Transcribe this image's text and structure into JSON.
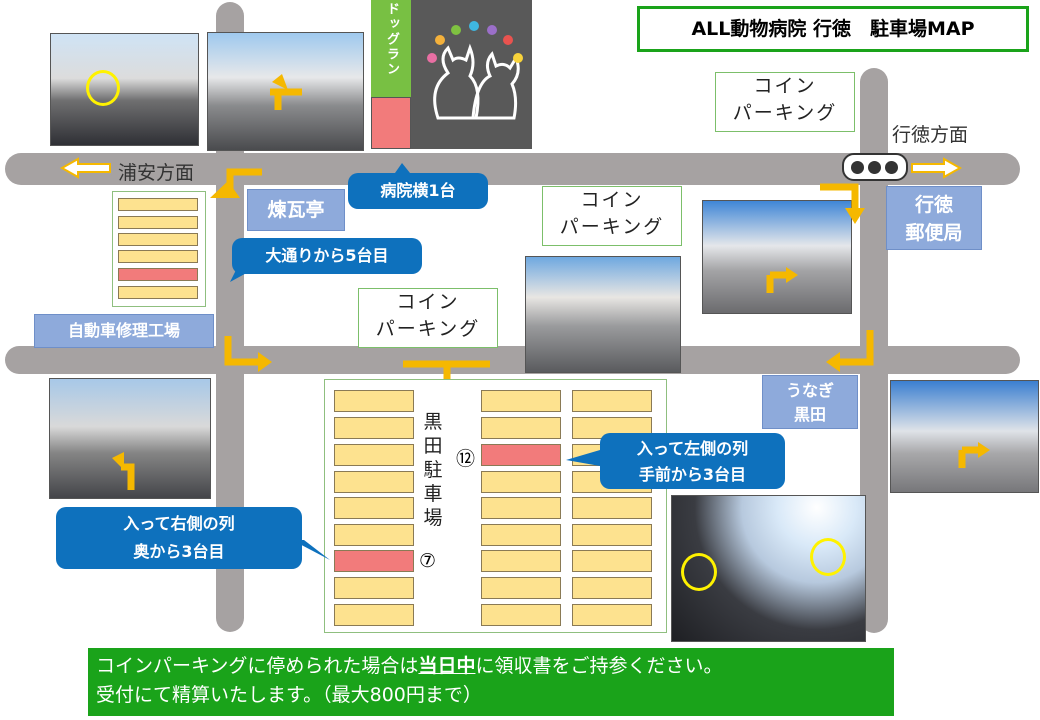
{
  "title": "ALL動物病院 行徳　駐車場MAP",
  "directions": {
    "left": "浦安方面",
    "right": "行徳方面"
  },
  "dog_run": "ドッグラン",
  "coin_parking": "コイン\nパーキング",
  "landmarks": {
    "rengatei": "煉瓦亭",
    "gyotoku_post": "行徳\n郵便局",
    "auto_repair": "自動車修理工場",
    "unagi": "うなぎ\n黒田"
  },
  "callouts": {
    "hospital_side": "病院横1台",
    "main_street": "大通りから5台目",
    "left_row": "入って左側の列\n手前から3台目",
    "right_row": "入って右側の列\n奥から3台目"
  },
  "lot_name": "黒\n田\n駐\n車\n場",
  "space_numbers": {
    "twelve": "⑫",
    "seven": "⑦"
  },
  "notice": {
    "line1_a": "コインパーキングに停められた場合は",
    "line1_em": "当日中",
    "line1_b": "に領収書をご持参ください。",
    "line2": "受付にて精算いたします。（最大800円まで）"
  },
  "colors": {
    "road": "#a6a2a2",
    "arrow": "#f5b800",
    "callout": "#0e71bd",
    "space": "#fde28f",
    "marked": "#f27b7b",
    "notice_bg": "#1aa31a"
  }
}
